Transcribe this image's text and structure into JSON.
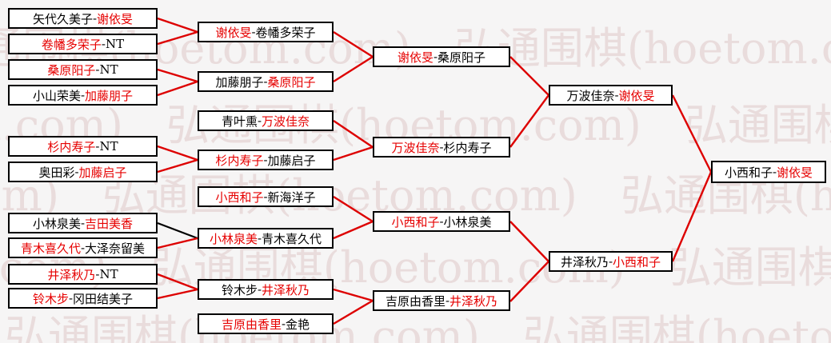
{
  "watermark": {
    "text": "弘通围棋(hoetom.com)",
    "text_repeated": "弘通围棋(hoetom.com)　弘通围棋(hoetom.com)　弘通围棋(hoetom.com)"
  },
  "colors": {
    "background": "#f6f5f5",
    "box-bg": "#ffffff",
    "box-border": "#000000",
    "name": "#000000",
    "winner": "#e60000",
    "line": "#dd0000",
    "line-alt": "#000000",
    "watermark-ink": "#e9dcdc"
  },
  "bracket": {
    "separator": "-",
    "round1": [
      {
        "a": "矢代久美子",
        "b": "谢依旻",
        "winner": "b"
      },
      {
        "a": "卷幡多荣子",
        "b": "NT",
        "winner": "a"
      },
      {
        "a": "桑原阳子",
        "b": "NT",
        "winner": "a"
      },
      {
        "a": "小山荣美",
        "b": "加藤朋子",
        "winner": "b"
      },
      {
        "a": "杉内寿子",
        "b": "NT",
        "winner": "a"
      },
      {
        "a": "奥田彩",
        "b": "加藤启子",
        "winner": "b"
      },
      {
        "a": "小林泉美",
        "b": "吉田美香",
        "winner": "b"
      },
      {
        "a": "青木喜久代",
        "b": "大泽奈留美",
        "winner": "a"
      },
      {
        "a": "井泽秋乃",
        "b": "NT",
        "winner": "a"
      },
      {
        "a": "铃木步",
        "b": "冈田结美子",
        "winner": "a"
      }
    ],
    "round2": [
      {
        "a": "谢依旻",
        "b": "卷幡多荣子",
        "winner": "a"
      },
      {
        "a": "加藤朋子",
        "b": "桑原阳子",
        "winner": "b"
      },
      {
        "a": "青叶熏",
        "b": "万波佳奈",
        "winner": "b"
      },
      {
        "a": "杉内寿子",
        "b": "加藤启子",
        "winner": "a"
      },
      {
        "a": "小西和子",
        "b": "新海洋子",
        "winner": "a"
      },
      {
        "a": "小林泉美",
        "b": "青木喜久代",
        "winner": "a"
      },
      {
        "a": "铃木步",
        "b": "井泽秋乃",
        "winner": "b"
      },
      {
        "a": "吉原由香里",
        "b": "金艳",
        "winner": "a"
      }
    ],
    "round3": [
      {
        "a": "谢依旻",
        "b": "桑原阳子",
        "winner": "a"
      },
      {
        "a": "万波佳奈",
        "b": "杉内寿子",
        "winner": "a"
      },
      {
        "a": "小西和子",
        "b": "小林泉美",
        "winner": "a"
      },
      {
        "a": "吉原由香里",
        "b": "井泽秋乃",
        "winner": "b"
      }
    ],
    "semifinals": [
      {
        "a": "万波佳奈",
        "b": "谢依旻",
        "winner": "b"
      },
      {
        "a": "井泽秋乃",
        "b": "小西和子",
        "winner": "b"
      }
    ],
    "final": [
      {
        "a": "小西和子",
        "b": "谢依旻",
        "winner": "b"
      }
    ]
  }
}
